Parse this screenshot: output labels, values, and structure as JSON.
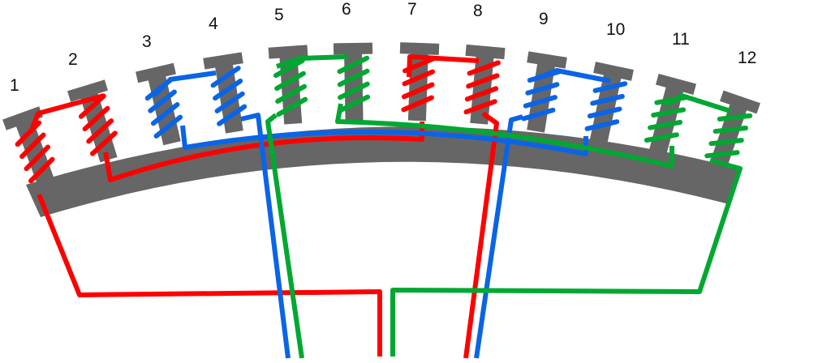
{
  "slots": [
    {
      "label": "1"
    },
    {
      "label": "2"
    },
    {
      "label": "3"
    },
    {
      "label": "4"
    },
    {
      "label": "5"
    },
    {
      "label": "6"
    },
    {
      "label": "7"
    },
    {
      "label": "8"
    },
    {
      "label": "9"
    },
    {
      "label": "10"
    },
    {
      "label": "11"
    },
    {
      "label": "12"
    }
  ],
  "colors": {
    "stator": "#666666",
    "phase_red": "#ff0000",
    "phase_blue": "#0a64e6",
    "phase_green": "#00a832"
  },
  "phases": [
    {
      "color_key": "phase_red",
      "slots": [
        1,
        2,
        7,
        8
      ]
    },
    {
      "color_key": "phase_blue",
      "slots": [
        3,
        4,
        9,
        10
      ]
    },
    {
      "color_key": "phase_green",
      "slots": [
        5,
        6,
        11,
        12
      ]
    }
  ]
}
